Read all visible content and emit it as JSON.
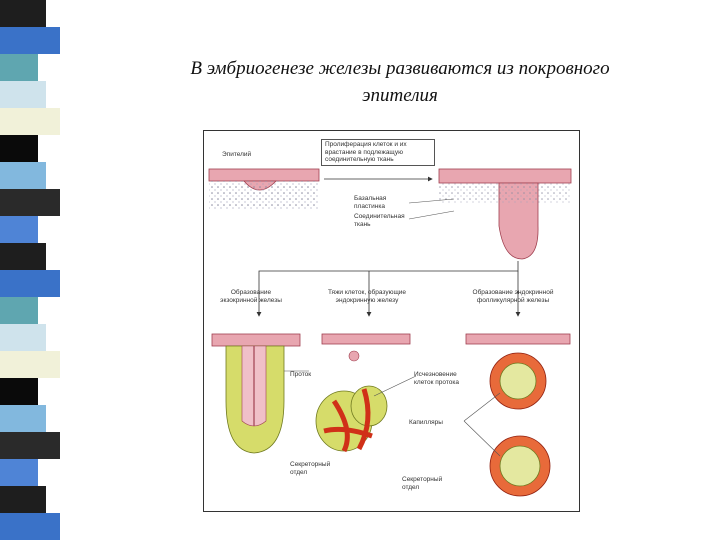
{
  "slide": {
    "title_line1": "В эмбриогенезе железы развиваются из покровного",
    "title_line2": "эпителия"
  },
  "stripe_colors": [
    "#1e1e1e",
    "#3a72c8",
    "#5fa6b0",
    "#cfe3ec",
    "#f1f1d9",
    "#0a0a0a",
    "#82b8de",
    "#2a2a2a",
    "#4f84d6"
  ],
  "figure": {
    "labels": {
      "epithelium": "Эпителий",
      "proliferation": "Пролиферация клеток и их врастание в подлежащую соединительную ткань",
      "basement_membrane": "Базальная пластинка",
      "connective_tissue": "Соединительная ткань",
      "exocrine_formation": "Образование экзокринной железы",
      "endocrine_cord": "Тяжи клеток, образующие эндокринную железу",
      "follicular_formation": "Образование эндокринной фолликулярной железы",
      "duct": "Проток",
      "duct_disappearance": "Исчезновение клеток протока",
      "capillaries": "Капилляры",
      "secretory_part_1": "Секреторный отдел",
      "secretory_part_2": "Секреторный отдел"
    }
  }
}
